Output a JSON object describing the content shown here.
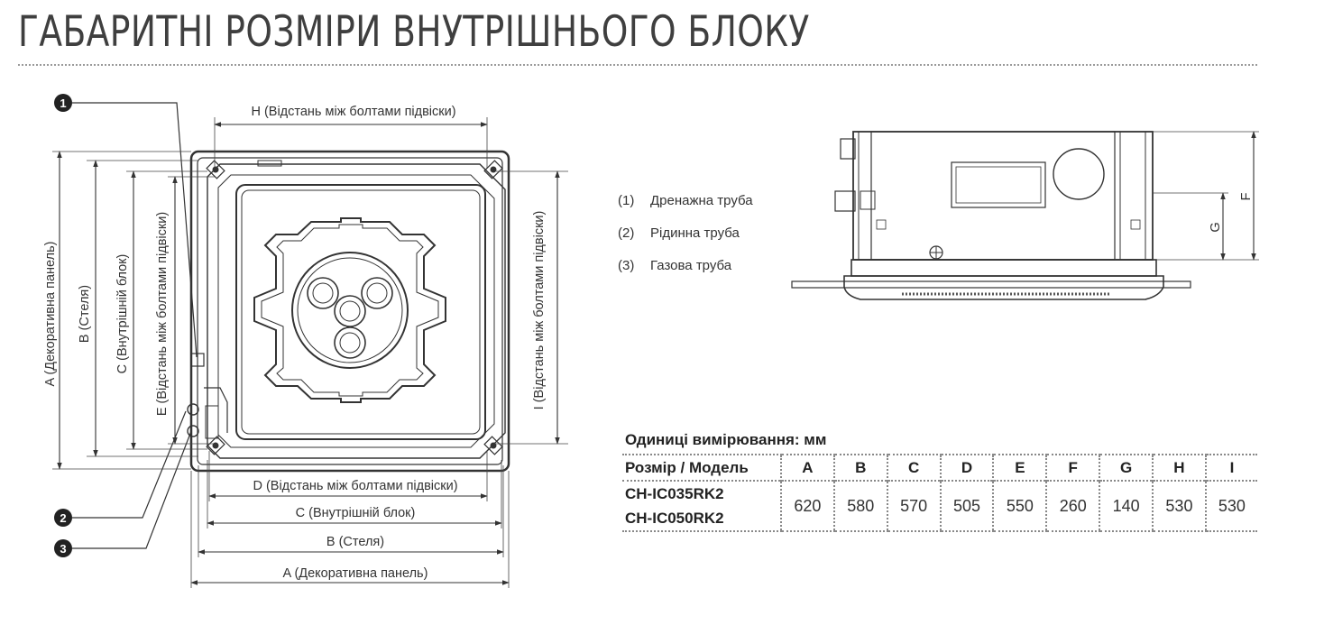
{
  "title": "ГАБАРИТНІ РОЗМІРИ ВНУТРІШНЬОГО БЛОКУ",
  "top_view": {
    "callouts": [
      "1",
      "2",
      "3"
    ],
    "dimensions": {
      "h": "H (Відстань між болтами підвіски)",
      "a_vert": "A (Декоративна панель)",
      "b_vert": "B (Стеля)",
      "c_vert": "C (Внутрішній блок)",
      "e_vert": "E (Відстань між болтами підвіски)",
      "i_vert": "I (Відстань між болтами підвіски)",
      "d": "D (Відстань між болтами підвіски)",
      "c": "C (Внутрішній блок)",
      "b": "B (Стеля)",
      "a": "A (Декоративна панель)"
    }
  },
  "side_view": {
    "f": "F",
    "g": "G"
  },
  "legend": [
    {
      "num": "(1)",
      "label": "Дренажна труба"
    },
    {
      "num": "(2)",
      "label": "Рідинна труба"
    },
    {
      "num": "(3)",
      "label": "Газова труба"
    }
  ],
  "table": {
    "units": "Одиниці вимірювання: мм",
    "header_label": "Розмір / Модель",
    "columns": [
      "A",
      "B",
      "C",
      "D",
      "E",
      "F",
      "G",
      "H",
      "I"
    ],
    "models": [
      "CH-IC035RK2",
      "CH-IC050RK2"
    ],
    "values": [
      "620",
      "580",
      "570",
      "505",
      "550",
      "260",
      "140",
      "530",
      "530"
    ]
  }
}
